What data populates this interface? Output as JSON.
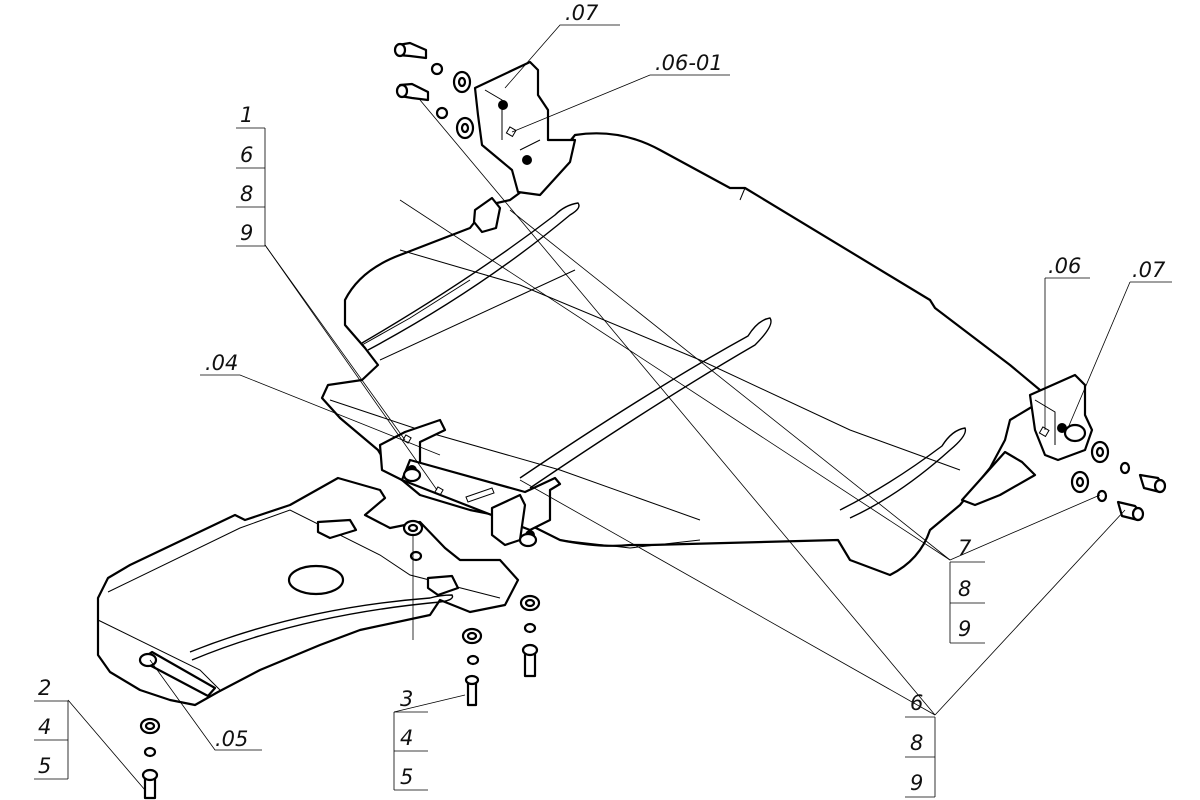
{
  "callouts": {
    "c_07_top": ".07",
    "c_06_01": ".06-01",
    "c_04": ".04",
    "c_05": ".05",
    "c_06_right": ".06",
    "c_07_right": ".07"
  },
  "stacks": {
    "left_top": [
      "1",
      "6",
      "8",
      "9"
    ],
    "bottom_left": [
      "2",
      "4",
      "5"
    ],
    "bottom_mid": [
      "3",
      "4",
      "5"
    ],
    "right_mid": [
      "7",
      "8",
      "9"
    ],
    "right_bottom": [
      "6",
      "8",
      "9"
    ]
  }
}
